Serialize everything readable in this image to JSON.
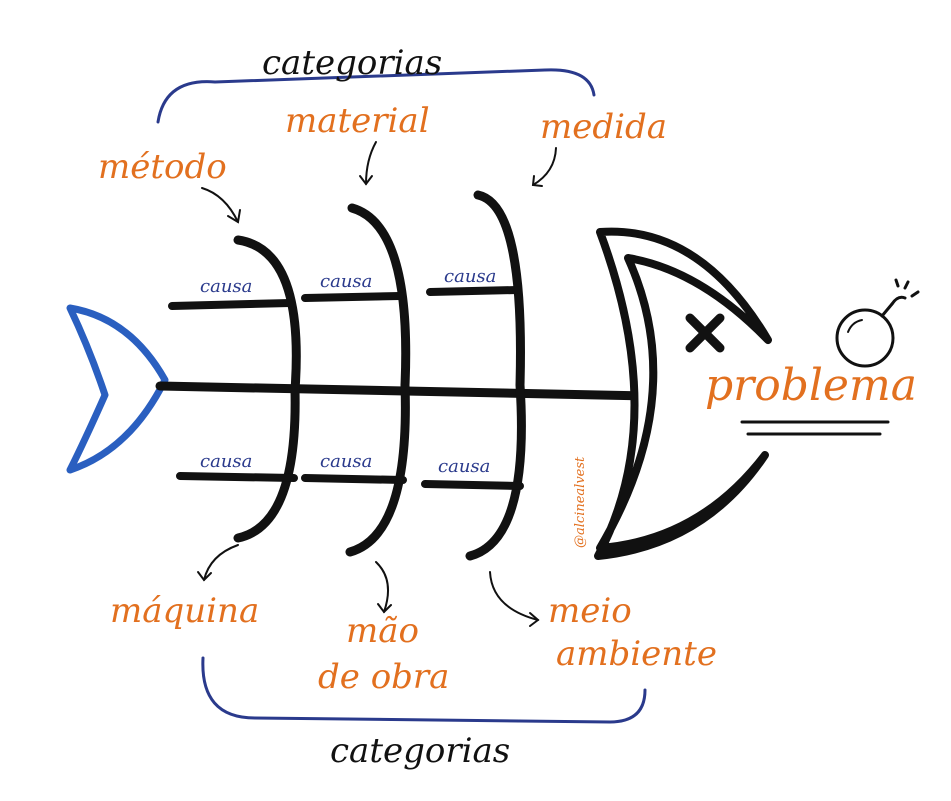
{
  "colors": {
    "bone": "#111111",
    "tail": "#2a5fc0",
    "category_text": "#e2701f",
    "cause_text": "#2a3a8c",
    "bracket": "#2a3a8c",
    "problem_text": "#e2701f"
  },
  "diagram": {
    "top_bracket_label": "categorias",
    "bottom_bracket_label": "categorias",
    "problem": "problema",
    "signature": "@alcinealvest",
    "top_categories": [
      "método",
      "material",
      "medida"
    ],
    "bottom_categories": [
      "máquina",
      "mão de obra",
      "meio ambiente"
    ],
    "bottom_category_lines": {
      "mao_line1": "mão",
      "mao_line2": "de obra",
      "meio_line1": "meio",
      "meio_line2": "ambiente"
    },
    "causes_top": [
      "causa",
      "causa",
      "causa"
    ],
    "causes_bottom": [
      "causa",
      "causa",
      "causa"
    ]
  },
  "icons": {
    "bomb": "bomb-icon",
    "cross": "x-mark-icon",
    "tail": "fish-tail-icon"
  }
}
